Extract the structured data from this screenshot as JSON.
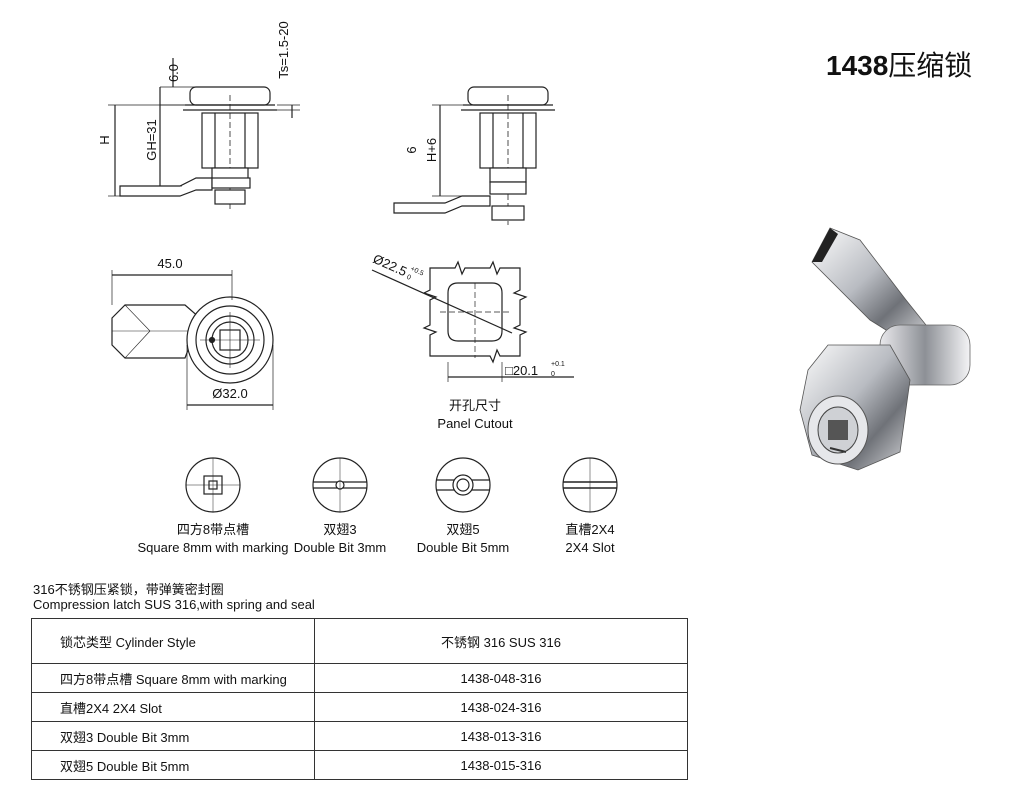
{
  "header": {
    "model": "1438",
    "name_cn": "压缩锁"
  },
  "dimensions": {
    "d6": "6.0",
    "ts": "Ts=1.5-20",
    "h": "H",
    "gh": "GH=31",
    "six": "6",
    "h6": "H+6",
    "w45": "45.0",
    "d32": "Ø32.0",
    "d225": "Ø22.5",
    "d225_tol_top": "+0.5",
    "d225_tol_bot": "0",
    "sq201": "□20.1",
    "sq201_tol_top": "+0.1",
    "sq201_tol_bot": "0"
  },
  "cutout": {
    "label_cn": "开孔尺寸",
    "label_en": "Panel Cutout"
  },
  "bits": [
    {
      "cn": "四方8带点槽",
      "en": "Square 8mm with marking"
    },
    {
      "cn": "双翅3",
      "en": "Double Bit 3mm"
    },
    {
      "cn": "双翅5",
      "en": "Double Bit 5mm"
    },
    {
      "cn": "直槽2X4",
      "en": "2X4 Slot"
    }
  ],
  "description": {
    "cn": "316不锈钢压紧锁，带弹簧密封圈",
    "en": "Compression latch SUS 316,with spring and seal"
  },
  "table": {
    "header": {
      "col1": "锁芯类型 Cylinder Style",
      "col2": "不锈钢 316 SUS 316"
    },
    "rows": [
      {
        "style": "四方8带点槽 Square 8mm with marking",
        "code": "1438-048-316"
      },
      {
        "style": "直槽2X4 2X4 Slot",
        "code": "1438-024-316"
      },
      {
        "style": "双翅3 Double Bit 3mm",
        "code": "1438-013-316"
      },
      {
        "style": "双翅5 Double Bit 5mm",
        "code": "1438-015-316"
      }
    ]
  }
}
